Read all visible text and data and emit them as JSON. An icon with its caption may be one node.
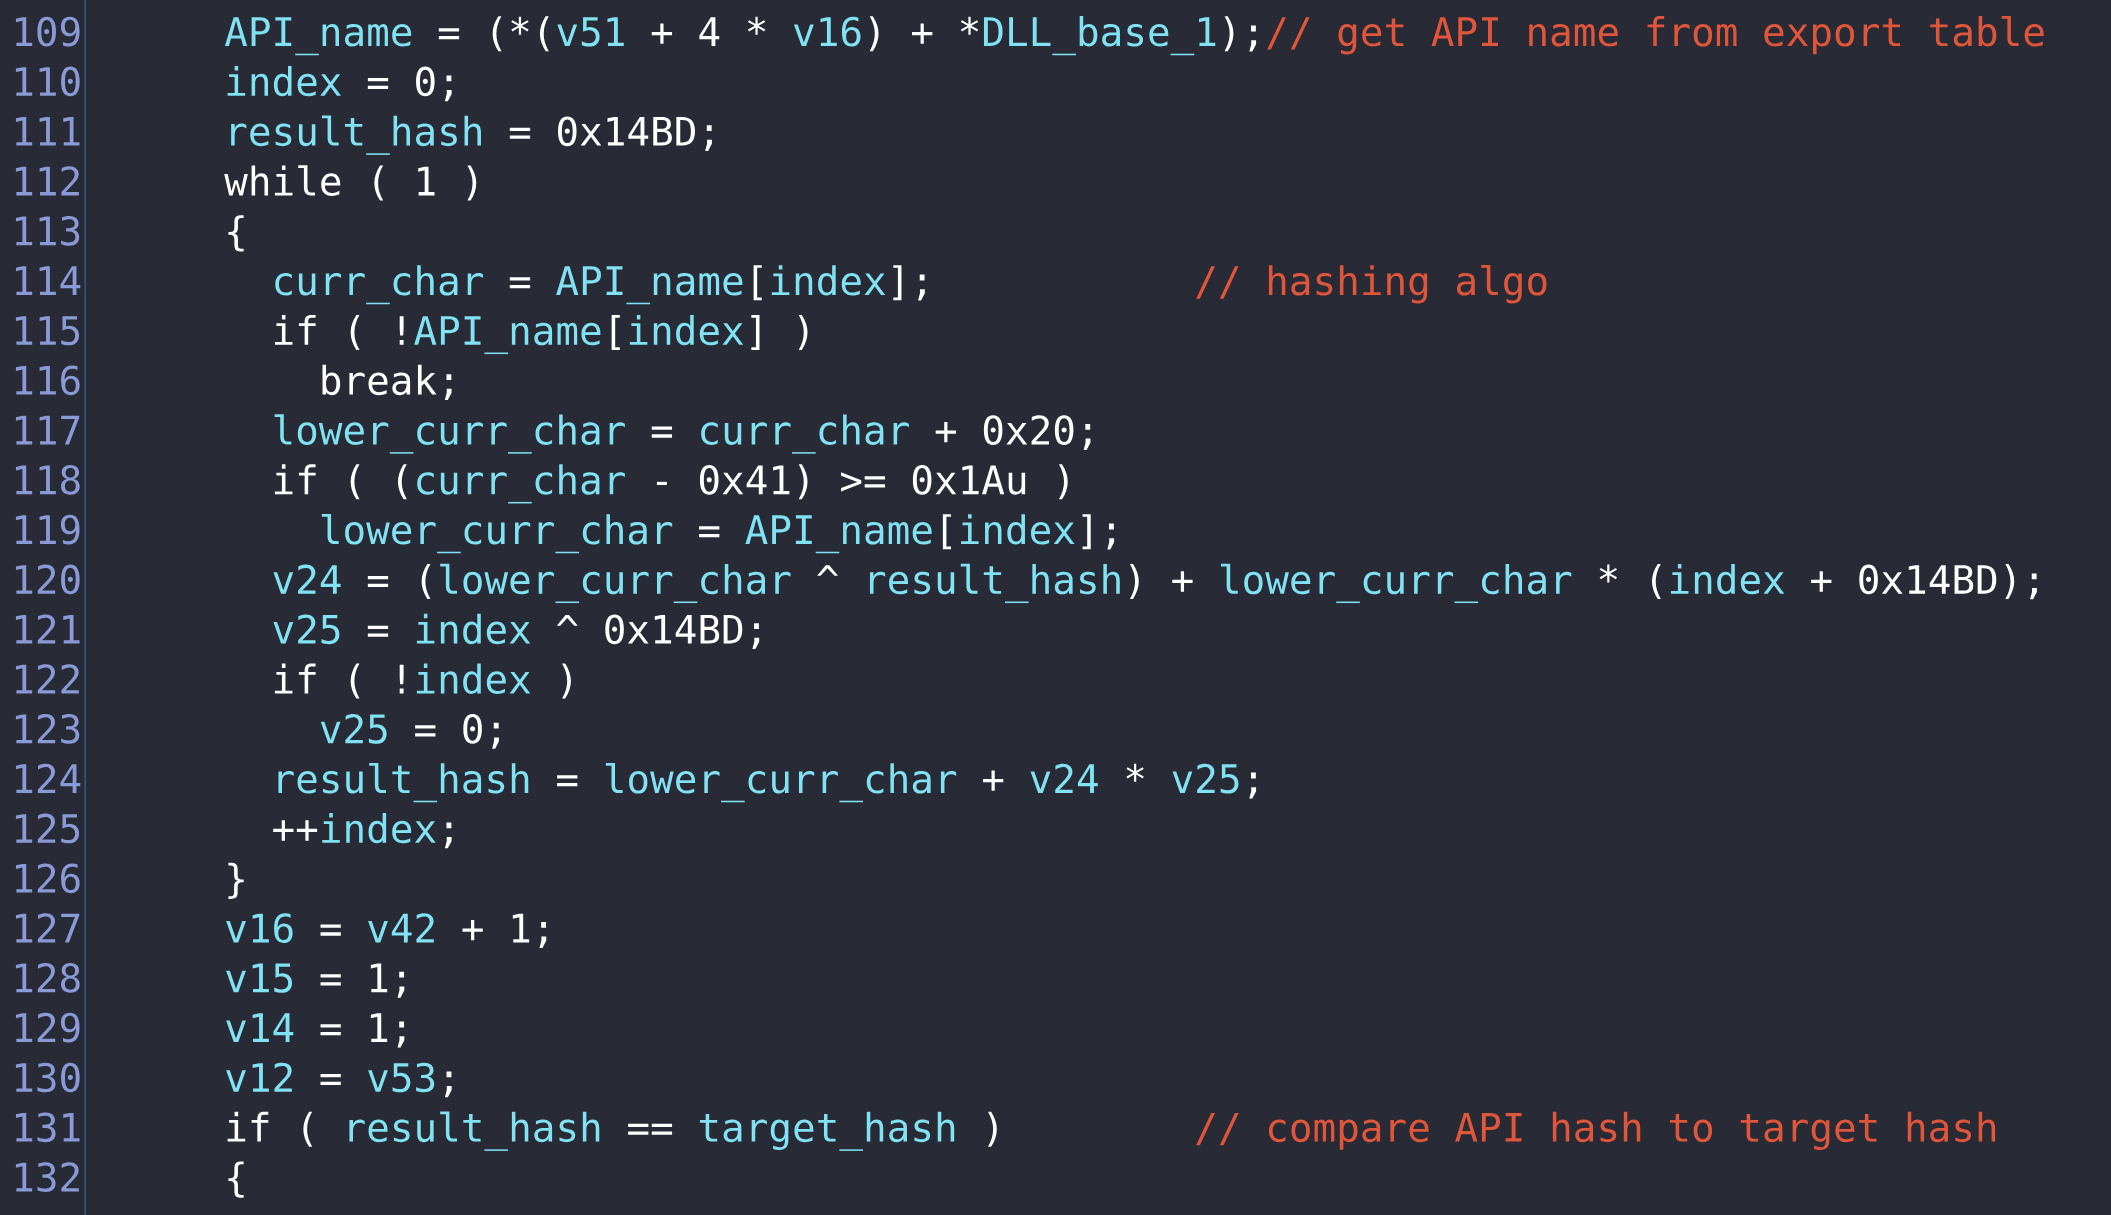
{
  "diagram": {
    "labels": [
      "109",
      "API_name = (*(v51 + 4 * v16) + *DLL_base_1);",
      "// get API name from export table",
      "110",
      "index = 0;",
      "111",
      "result_hash = 0x14BD;",
      "112",
      "while ( 1 )",
      "113",
      "{",
      "114",
      "curr_char = API_name[index];",
      "// hashing algo",
      "115",
      "if ( !API_name[index] )",
      "116",
      "break;",
      "117",
      "lower_curr_char = curr_char + 0x20;",
      "118",
      "if ( (curr_char - 0x41) >= 0x1Au )",
      "119",
      "lower_curr_char = API_name[index];",
      "120",
      "v24 = (lower_curr_char ^ result_hash) + lower_curr_char * (index + 0x14BD);",
      "121",
      "v25 = index ^ 0x14BD;",
      "122",
      "if ( !index )",
      "123",
      "v25 = 0;",
      "124",
      "result_hash = lower_curr_char + v24 * v25;",
      "125",
      "++index;",
      "126",
      "}",
      "127",
      "v16 = v42 + 1;",
      "128",
      "v15 = 1;",
      "129",
      "v14 = 1;",
      "130",
      "v12 = v53;",
      "131",
      "if ( result_hash == target_hash )",
      "// compare API hash to target hash",
      "132",
      "{"
    ]
  }
}
